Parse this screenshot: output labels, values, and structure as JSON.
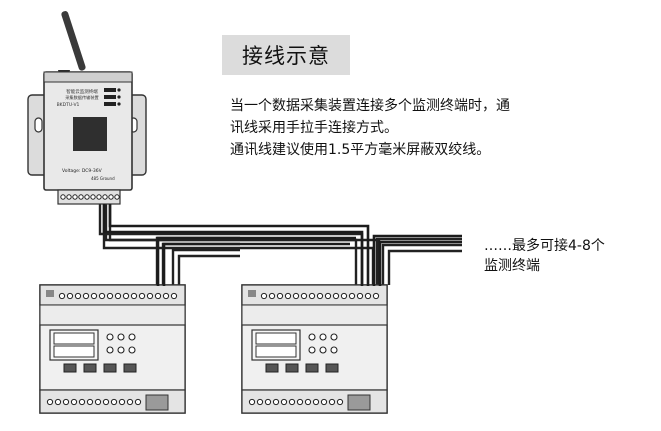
{
  "title": "接线示意",
  "description": [
    "当一个数据采集装置连接多个监测终端时，通",
    "讯线采用手拉手连接方式。",
    "通讯线建议使用1.5平方毫米屏蔽双绞线。"
  ],
  "note": [
    "……最多可接4-8个",
    "监测终端"
  ],
  "gateway": {
    "label_line1": "智能云监测终端",
    "label_line2": "采集数据传输装置",
    "model": "BKDTU-V1",
    "voltage": "Voltage: DC9-36V",
    "port_label": "485 Ground"
  },
  "colors": {
    "device_fill": "#e9e9e9",
    "device_stroke": "#333333",
    "wire": "#222222",
    "title_bg": "#dcdcdc"
  }
}
